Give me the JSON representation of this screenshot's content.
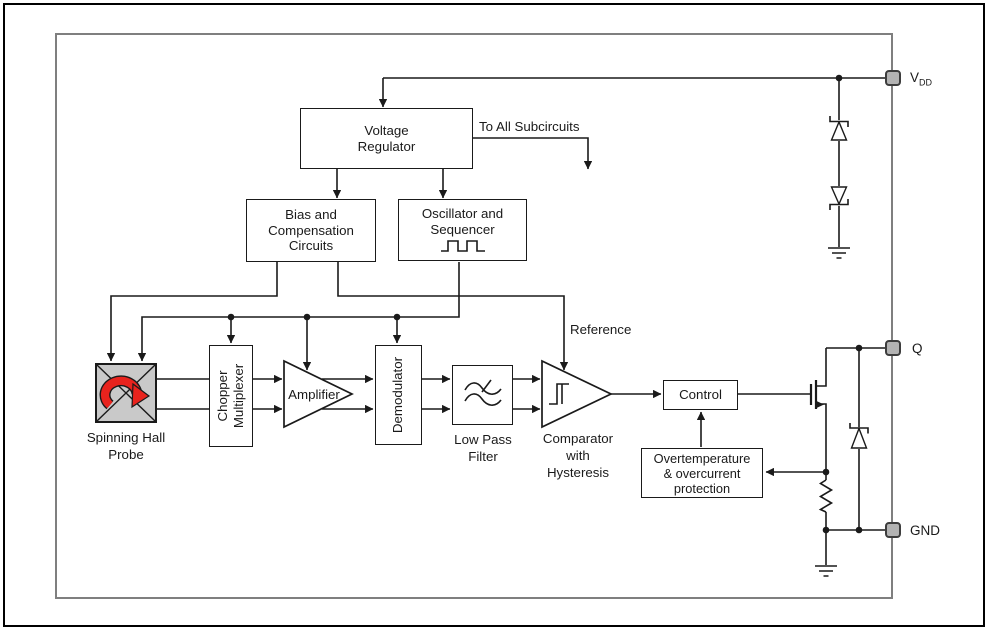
{
  "diagram": {
    "blocks": {
      "voltage_regulator": {
        "line1": "Voltage",
        "line2": "Regulator"
      },
      "bias": {
        "line1": "Bias and",
        "line2": "Compensation",
        "line3": "Circuits"
      },
      "oscillator": {
        "line1": "Oscillator and",
        "line2": "Sequencer"
      },
      "chopper": {
        "line1": "Chopper",
        "line2": "Multiplexer"
      },
      "amplifier": {
        "label": "Amplifier"
      },
      "demodulator": {
        "label": "Demodulator"
      },
      "low_pass_filter": {
        "line1": "Low Pass",
        "line2": "Filter"
      },
      "comparator": {
        "line1": "Comparator",
        "line2": "with",
        "line3": "Hysteresis"
      },
      "control": {
        "label": "Control"
      },
      "protection": {
        "line1": "Overtemperature",
        "line2": "& overcurrent",
        "line3": "protection"
      },
      "hall_probe": {
        "line1": "Spinning Hall",
        "line2": "Probe"
      }
    },
    "annotations": {
      "to_all_subcircuits": "To All Subcircuits",
      "reference": "Reference"
    },
    "pins": {
      "vdd_main": "V",
      "vdd_sub": "DD",
      "q": "Q",
      "gnd": "GND"
    },
    "colors": {
      "line": "#1a1a1a",
      "inner_frame": "#7f7f7f",
      "pad_fill": "#b3b3b3",
      "hall_fill": "#c9c9c9",
      "red_arrow": "#e8231d"
    }
  }
}
